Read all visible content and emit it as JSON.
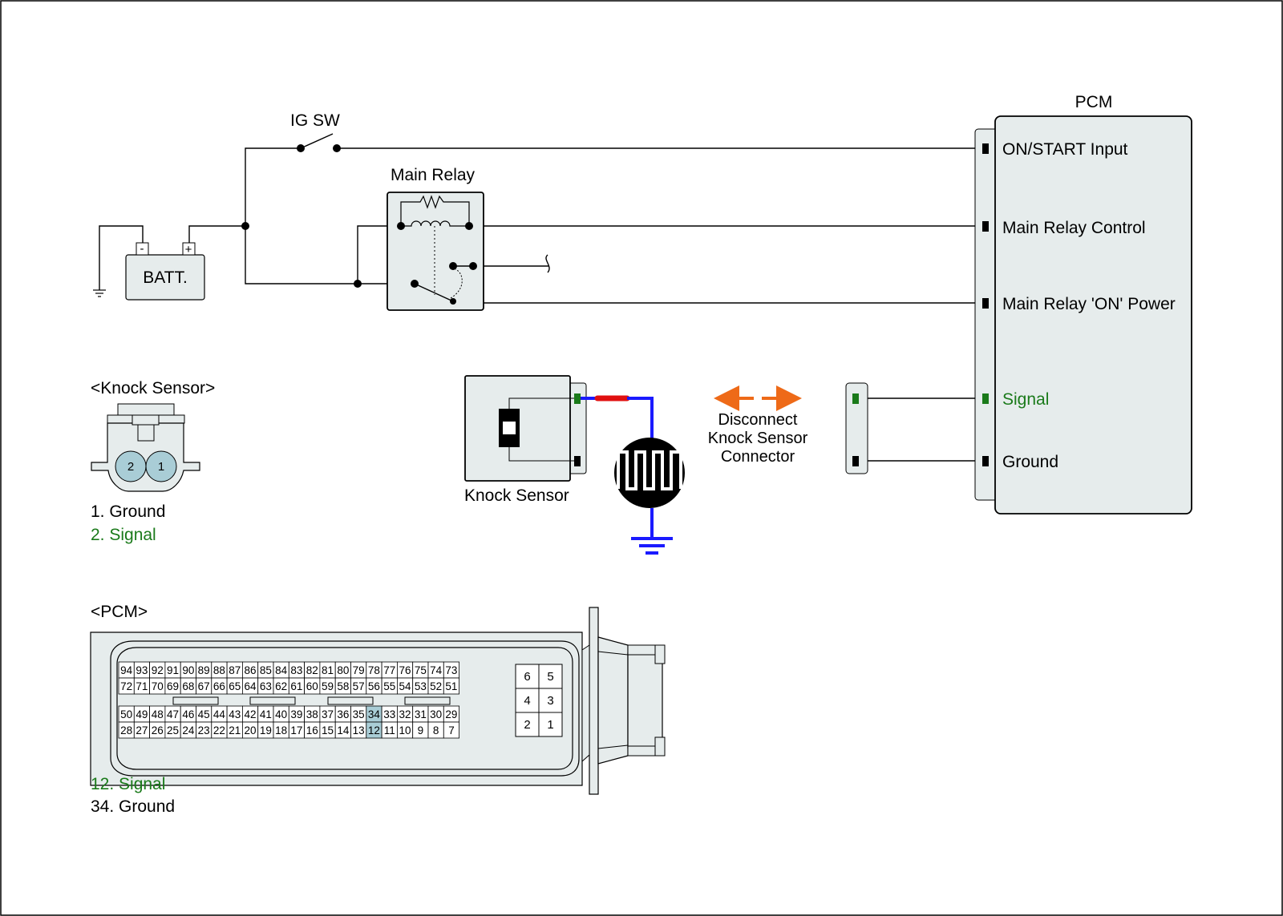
{
  "labels": {
    "ig_sw": "IG SW",
    "main_relay": "Main Relay",
    "batt": "BATT.",
    "batt_minus": "-",
    "batt_plus": "+",
    "pcm_title": "PCM",
    "knock_sensor_title": "<Knock Sensor>",
    "knock_sensor_name": "Knock Sensor",
    "disconnect_line1": "Disconnect",
    "disconnect_line2": "Knock Sensor",
    "disconnect_line3": "Connector",
    "pcm_connector_title": "<PCM>"
  },
  "pcm_terminals": [
    {
      "label": "ON/START Input",
      "color": "#000000"
    },
    {
      "label": "Main Relay Control",
      "color": "#000000"
    },
    {
      "label": "Main Relay 'ON' Power",
      "color": "#000000"
    },
    {
      "label": "Signal",
      "color": "#1a7a1a"
    },
    {
      "label": "Ground",
      "color": "#000000"
    }
  ],
  "knock_connector": {
    "pins": [
      "2",
      "1"
    ],
    "legend": [
      {
        "text": "1. Ground",
        "color": "#000000"
      },
      {
        "text": "2. Signal",
        "color": "#1a7a1a"
      }
    ]
  },
  "pcm_connector": {
    "row1": [
      "94",
      "93",
      "92",
      "91",
      "90",
      "89",
      "88",
      "87",
      "86",
      "85",
      "84",
      "83",
      "82",
      "81",
      "80",
      "79",
      "78",
      "77",
      "76",
      "75",
      "74",
      "73"
    ],
    "row2": [
      "72",
      "71",
      "70",
      "69",
      "68",
      "67",
      "66",
      "65",
      "64",
      "63",
      "62",
      "61",
      "60",
      "59",
      "58",
      "57",
      "56",
      "55",
      "54",
      "53",
      "52",
      "51"
    ],
    "row3": [
      "50",
      "49",
      "48",
      "47",
      "46",
      "45",
      "44",
      "43",
      "42",
      "41",
      "40",
      "39",
      "38",
      "37",
      "36",
      "35",
      "34",
      "33",
      "32",
      "31",
      "30",
      "29"
    ],
    "row4": [
      "28",
      "27",
      "26",
      "25",
      "24",
      "23",
      "22",
      "21",
      "20",
      "19",
      "18",
      "17",
      "16",
      "15",
      "14",
      "13",
      "12",
      "11",
      "10",
      "9",
      "8",
      "7"
    ],
    "small": [
      [
        "6",
        "5"
      ],
      [
        "4",
        "3"
      ],
      [
        "2",
        "1"
      ]
    ],
    "highlight": [
      "34",
      "12"
    ],
    "legend": [
      {
        "text": "12. Signal",
        "color": "#1a7a1a"
      },
      {
        "text": "34. Ground",
        "color": "#000000"
      }
    ]
  },
  "colors": {
    "panel_fill": "#e6ecec",
    "signal_green": "#1a7a1a",
    "wire_blue": "#1a1aff",
    "wire_red": "#e01010",
    "arrow_orange": "#ee6a18",
    "pin_highlight": "#a9cdd6"
  }
}
